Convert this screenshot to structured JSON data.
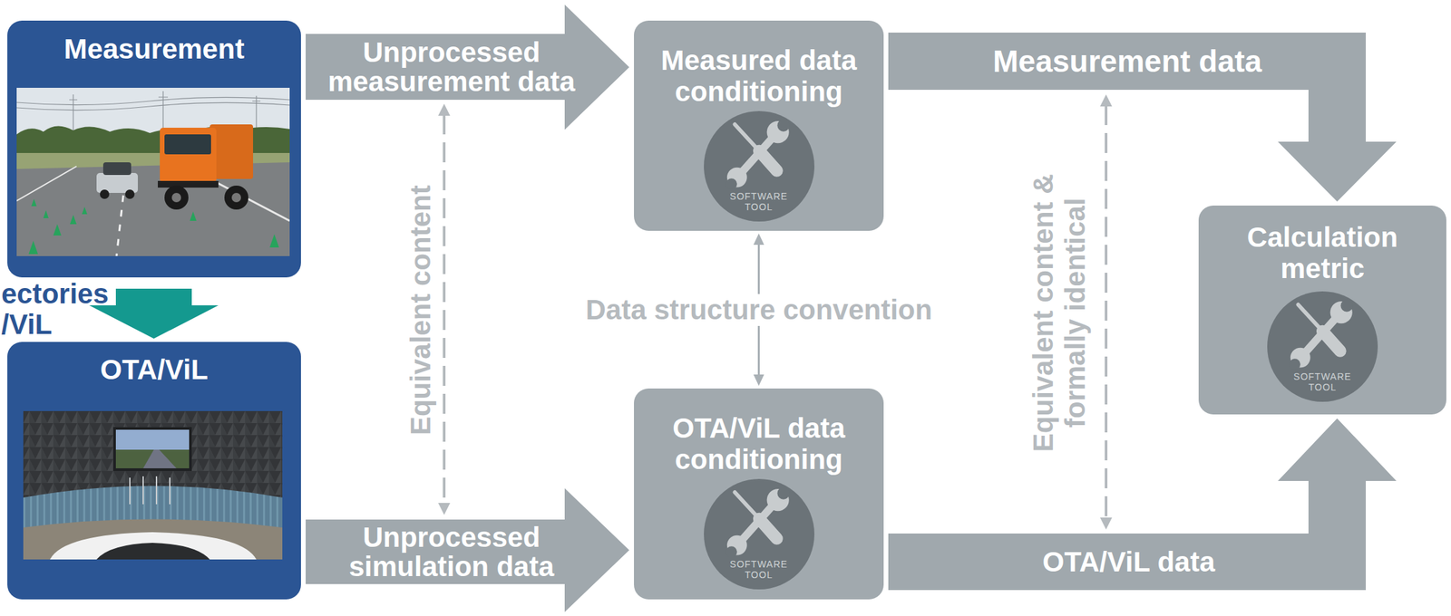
{
  "diagram": {
    "nodes": [
      {
        "text": [
          "Measurement"
        ]
      },
      {
        "text": [
          "OTA/ViL"
        ]
      },
      {
        "text": [
          "Measured data conditioning",
          "SOFTWARE TOOL"
        ]
      },
      {
        "text": [
          "OTA/ViL data conditioning",
          "SOFTWARE TOOL"
        ]
      },
      {
        "text": [
          "Calculation metric",
          "SOFTWARE TOOL"
        ]
      }
    ],
    "edges": [
      {
        "from": 0,
        "to": 1,
        "arrow": "to"
      },
      {
        "from": 0,
        "to": 2,
        "label": "Unprocessed measurement data",
        "arrow": "to"
      },
      {
        "from": 1,
        "to": 3,
        "label": "Unprocessed simulation data",
        "arrow": "to"
      },
      {
        "from": 2,
        "to": 3,
        "label": "Data structure convention",
        "arrow": "both"
      },
      {
        "from": 2,
        "to": 4,
        "label": "Measurement data",
        "arrow": "to"
      },
      {
        "from": 3,
        "to": 4,
        "label": "OTA/ViL data",
        "arrow": "to"
      }
    ],
    "labels": [
      "ectories",
      "/ViL",
      "Equivalent content",
      "Equivalent content & formally identical"
    ]
  }
}
